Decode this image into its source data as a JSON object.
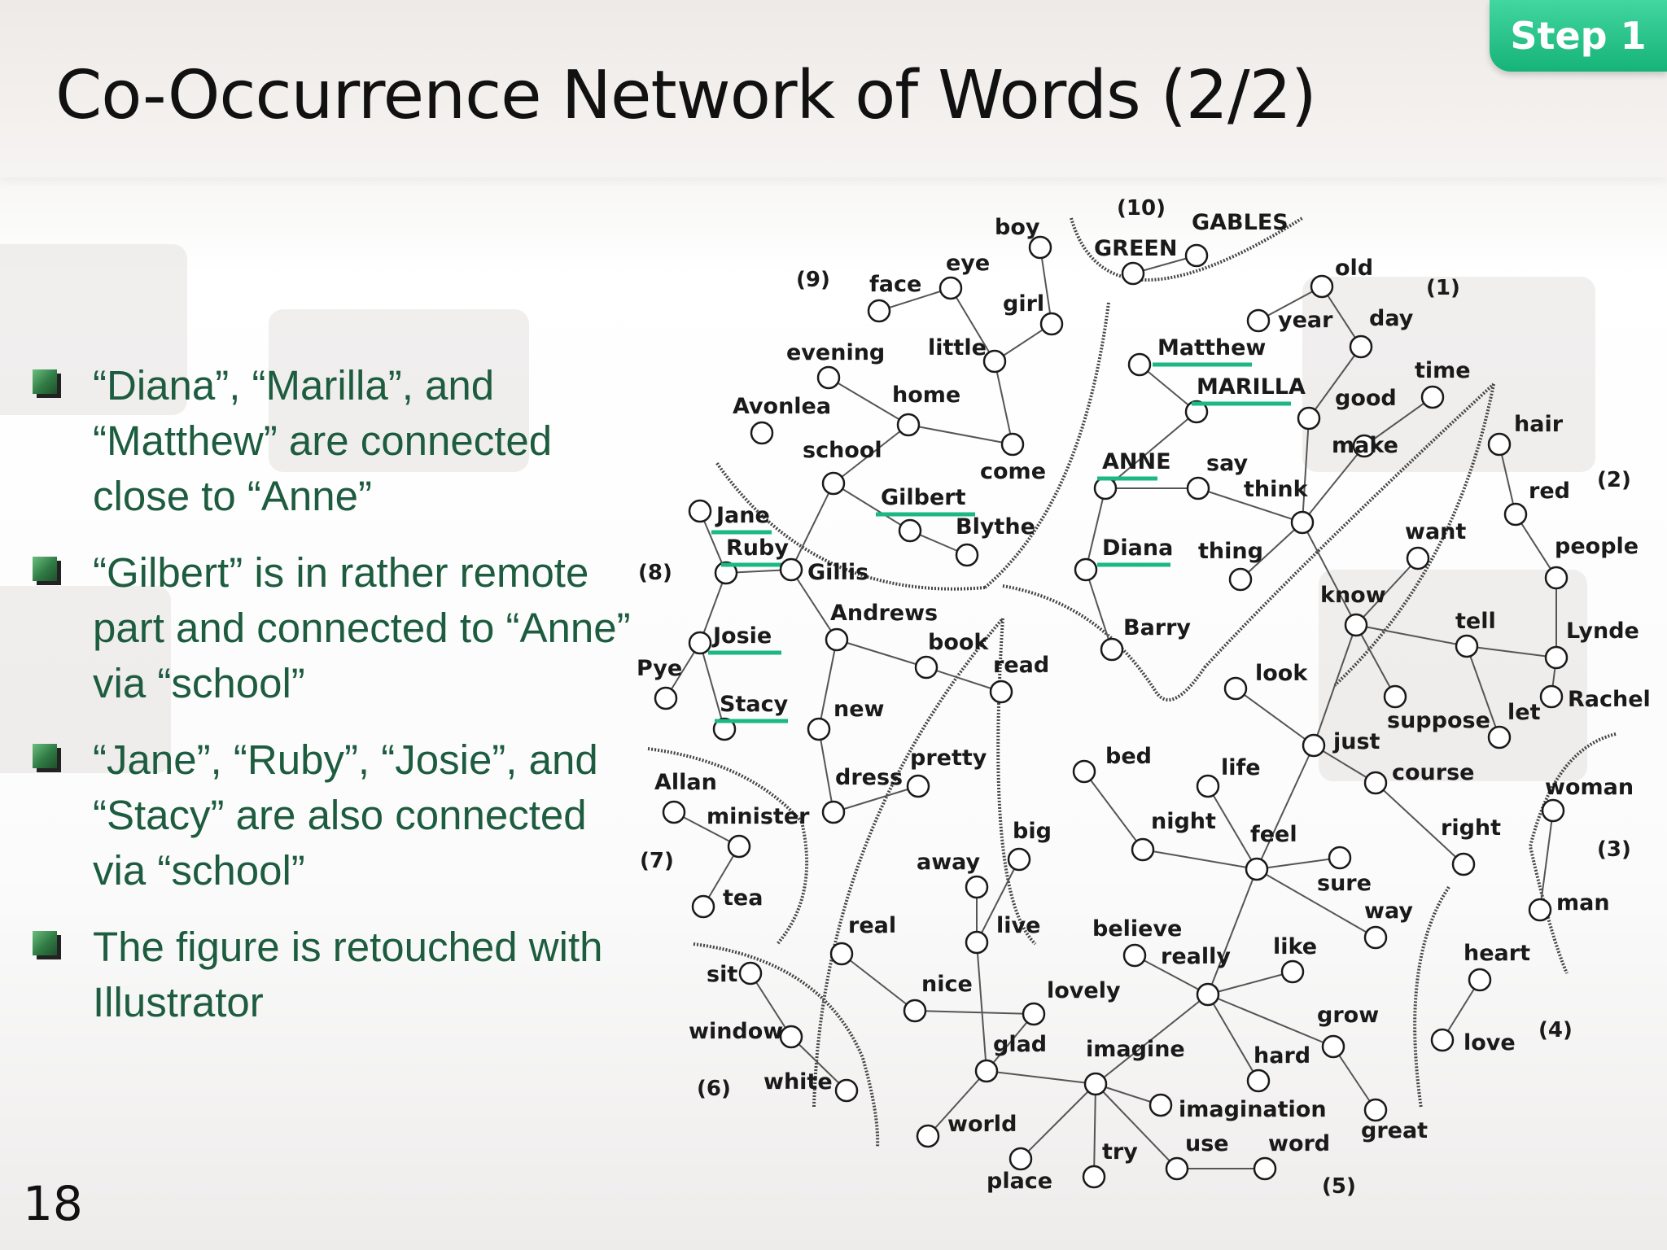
{
  "slide": {
    "title": "Co-Occurrence Network of Words (2/2)",
    "step_badge": "Step 1",
    "page_number": "18"
  },
  "bullets": [
    "“Diana”, “Marilla”, and “Matthew” are connected close to “Anne”",
    "“Gilbert” is in rather remote part and connected to “Anne” via “school”",
    "“Jane”, “Ruby”, “Josie”, and “Stacy” are also connected via “school”",
    "The figure is retouched with Illustrator"
  ],
  "network": {
    "group_labels": [
      "(1)",
      "(2)",
      "(3)",
      "(4)",
      "(5)",
      "(6)",
      "(7)",
      "(8)",
      "(9)",
      "(10)"
    ],
    "highlighted_words": [
      "Matthew",
      "MARILLA",
      "ANNE",
      "Diana",
      "Gilbert",
      "Jane",
      "Ruby",
      "Josie",
      "Stacy"
    ],
    "highlight_color": "#1bb884",
    "words": {
      "boy": "boy",
      "eye": "eye",
      "face": "face",
      "girl": "girl",
      "little": "little",
      "evening": "evening",
      "home": "home",
      "avonlea": "Avonlea",
      "school": "school",
      "come": "come",
      "gilbert": "Gilbert",
      "blythe": "Blythe",
      "jane": "Jane",
      "ruby": "Ruby",
      "gillis": "Gillis",
      "josie": "Josie",
      "pye": "Pye",
      "stacy": "Stacy",
      "andrews": "Andrews",
      "book": "book",
      "read": "read",
      "new": "new",
      "pretty": "pretty",
      "dress": "dress",
      "green": "GREEN",
      "gables": "GABLES",
      "matthew": "Matthew",
      "marilla": "MARILLA",
      "anne": "ANNE",
      "say": "say",
      "diana": "Diana",
      "barry": "Barry",
      "thing": "thing",
      "think": "think",
      "old": "old",
      "year": "year",
      "day": "day",
      "good": "good",
      "make": "make",
      "time": "time",
      "want": "want",
      "know": "know",
      "look": "look",
      "just": "just",
      "tell": "tell",
      "suppose": "suppose",
      "let": "let",
      "hair": "hair",
      "red": "red",
      "people": "people",
      "lynde": "Lynde",
      "rachel": "Rachel",
      "course": "course",
      "right": "right",
      "woman": "woman",
      "man": "man",
      "heart": "heart",
      "love": "love",
      "allan": "Allan",
      "minister": "minister",
      "tea": "tea",
      "sit": "sit",
      "window": "window",
      "white": "white",
      "bed": "bed",
      "night": "night",
      "life": "life",
      "feel": "feel",
      "sure": "sure",
      "way": "way",
      "like": "like",
      "really": "really",
      "believe": "believe",
      "away": "away",
      "big": "big",
      "live": "live",
      "real": "real",
      "nice": "nice",
      "lovely": "lovely",
      "glad": "glad",
      "imagine": "imagine",
      "hard": "hard",
      "grow": "grow",
      "imagination": "imagination",
      "great": "great",
      "world": "world",
      "try": "try",
      "use": "use",
      "word": "word",
      "place": "place"
    }
  }
}
